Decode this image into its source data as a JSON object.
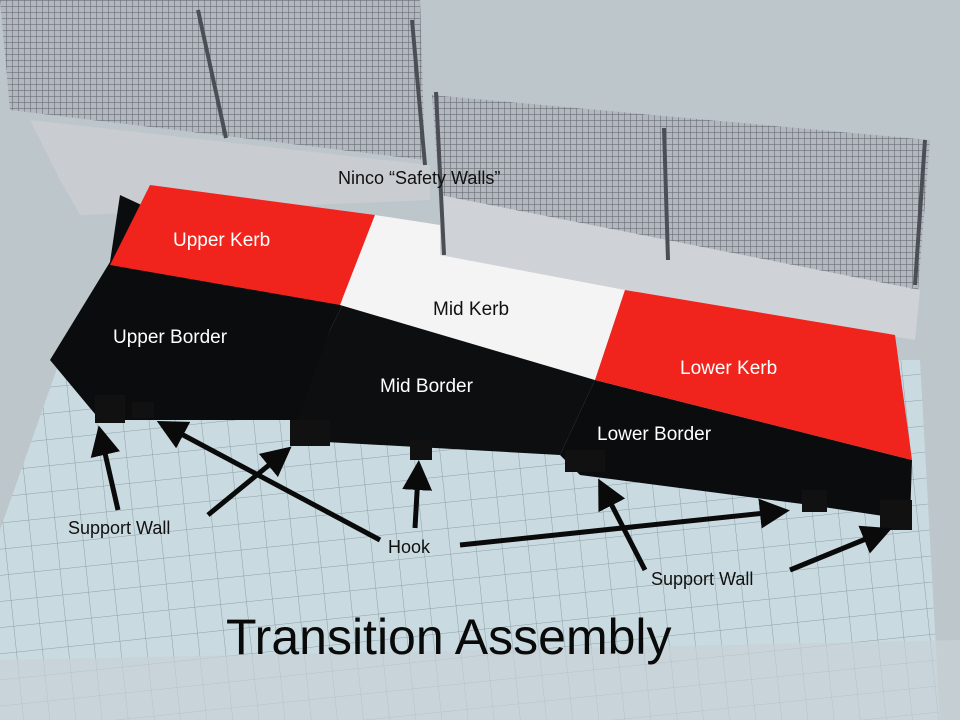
{
  "image": {
    "title": "Transition Assembly",
    "colors": {
      "kerb_red": "#f0241c",
      "kerb_white": "#f4f4f4",
      "border_black": "#0b0c0e",
      "wall_grey": "#c9ccd0",
      "grid_paper": "#c8dbe2"
    }
  },
  "labels": {
    "safety_walls": "Ninco “Safety Walls”",
    "upper_kerb": "Upper Kerb",
    "mid_kerb": "Mid Kerb",
    "lower_kerb": "Lower Kerb",
    "upper_border": "Upper Border",
    "mid_border": "Mid Border",
    "lower_border": "Lower Border",
    "support_wall_left": "Support Wall",
    "support_wall_right": "Support Wall",
    "hook": "Hook"
  }
}
